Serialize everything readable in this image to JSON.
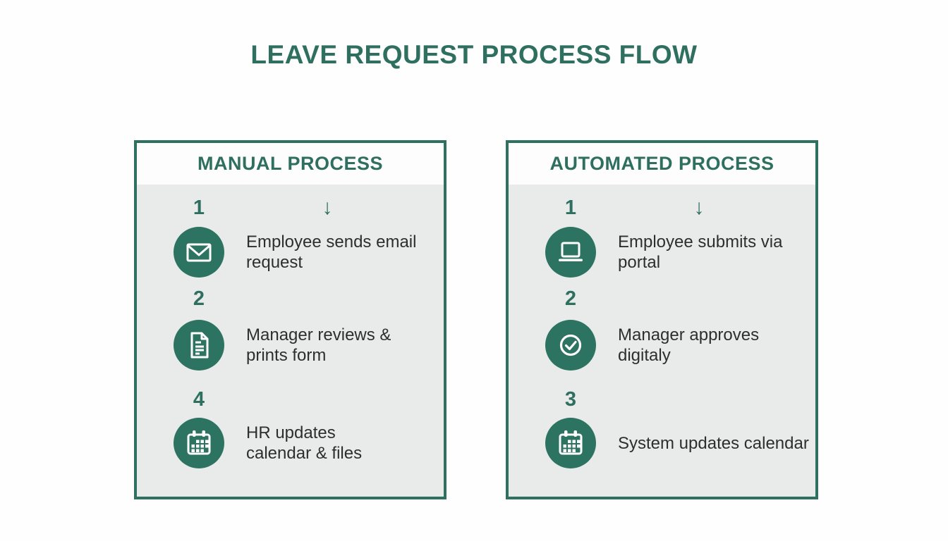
{
  "title": "LEAVE REQUEST PROCESS FLOW",
  "colors": {
    "accent_green": "#2e6f5f",
    "icon_circle_green": "#2d7362",
    "panel_border_green": "#2e7160",
    "panel_body_gray": "#e9ebea",
    "panel_header_white": "#fdfdfd",
    "step_text": "#2e2e2e"
  },
  "arrow_icon": "↓",
  "panels": [
    {
      "header": "MANUAL PROCESS",
      "steps": [
        {
          "number": "1",
          "icon": "email-icon",
          "text": "Employee sends email\nrequest"
        },
        {
          "number": "2",
          "icon": "document-icon",
          "text": "Manager reviews &\nprints form"
        },
        {
          "number": "4",
          "icon": "calendar-icon",
          "text": "HR updates\ncalendar & files"
        }
      ]
    },
    {
      "header": "AUTOMATED PROCESS",
      "steps": [
        {
          "number": "1",
          "icon": "laptop-icon",
          "text": "Employee submits via\nportal"
        },
        {
          "number": "2",
          "icon": "check-icon",
          "text": "Manager approves\ndigitaly"
        },
        {
          "number": "3",
          "icon": "calendar-icon",
          "text": "System updates calendar"
        }
      ]
    }
  ]
}
